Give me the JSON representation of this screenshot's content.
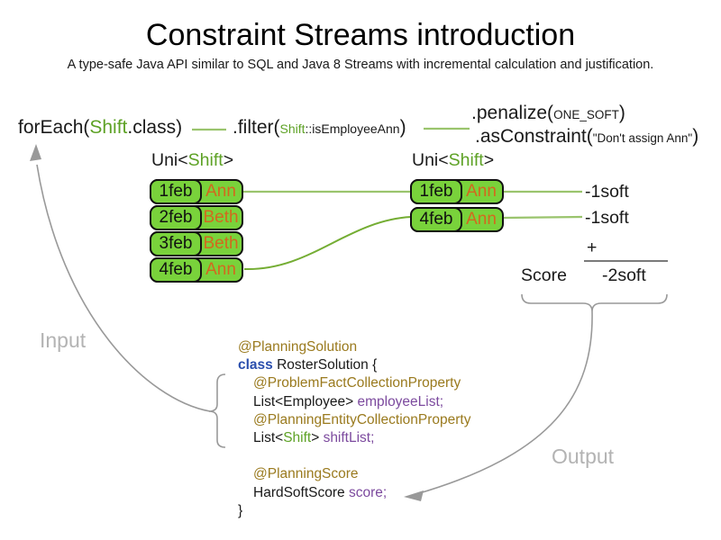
{
  "title": "Constraint Streams introduction",
  "subtitle": "A type-safe Java API similar to SQL and Java 8 Streams with incremental calculation and justification.",
  "stream": {
    "forEach": {
      "pre": "forEach(",
      "cls": "Shift",
      "post": ".class)"
    },
    "filter": {
      "pre": ".filter(",
      "arg_cls": "Shift",
      "arg_rest": "::isEmployeeAnn",
      "post": ")"
    },
    "penalize": {
      "pre": ".penalize(",
      "arg": "ONE_SOFT",
      "post": ")"
    },
    "asConstraint": {
      "pre": ".asConstraint(",
      "arg": "\"Don't assign Ann\"",
      "post": ")"
    }
  },
  "left_group": {
    "label": {
      "pre": "Uni<",
      "type": "Shift",
      "post": ">"
    },
    "rows": [
      {
        "date": "1feb",
        "employee": "Ann"
      },
      {
        "date": "2feb",
        "employee": "Beth"
      },
      {
        "date": "3feb",
        "employee": "Beth"
      },
      {
        "date": "4feb",
        "employee": "Ann"
      }
    ]
  },
  "right_group": {
    "label": {
      "pre": "Uni<",
      "type": "Shift",
      "post": ">"
    },
    "rows": [
      {
        "date": "1feb",
        "employee": "Ann"
      },
      {
        "date": "4feb",
        "employee": "Ann"
      }
    ]
  },
  "scores": {
    "penalties": [
      "-1soft",
      "-1soft"
    ],
    "plus": "+",
    "score_label": "Score",
    "total": "-2soft"
  },
  "labels": {
    "input": "Input",
    "output": "Output"
  },
  "code": {
    "lines": [
      {
        "indent": 0,
        "segments": [
          {
            "t": "@PlanningSolution",
            "c": "ann"
          }
        ]
      },
      {
        "indent": 0,
        "segments": [
          {
            "t": "class",
            "c": "kw"
          },
          {
            "t": " RosterSolution {",
            "c": "pl"
          }
        ]
      },
      {
        "indent": 1,
        "segments": [
          {
            "t": "@ProblemFactCollectionProperty",
            "c": "ann"
          }
        ]
      },
      {
        "indent": 1,
        "segments": [
          {
            "t": "List<Employee> ",
            "c": "pl"
          },
          {
            "t": "employeeList;",
            "c": "field"
          }
        ]
      },
      {
        "indent": 1,
        "segments": [
          {
            "t": "@PlanningEntityCollectionProperty",
            "c": "ann"
          }
        ]
      },
      {
        "indent": 1,
        "segments": [
          {
            "t": "List<",
            "c": "pl"
          },
          {
            "t": "Shift",
            "c": "type"
          },
          {
            "t": "> ",
            "c": "pl"
          },
          {
            "t": "shiftList;",
            "c": "field"
          }
        ]
      },
      {
        "indent": 1,
        "segments": []
      },
      {
        "indent": 1,
        "segments": [
          {
            "t": "@PlanningScore",
            "c": "ann"
          }
        ]
      },
      {
        "indent": 1,
        "segments": [
          {
            "t": "HardSoftScore ",
            "c": "pl"
          },
          {
            "t": "score;",
            "c": "field"
          }
        ]
      },
      {
        "indent": 0,
        "segments": [
          {
            "t": "}",
            "c": "pl"
          }
        ]
      }
    ]
  },
  "colors": {
    "green_text": "#5ea226",
    "box_fill": "#79d23b",
    "employee_text": "#d2691e",
    "annotation": "#9a7a1e",
    "keyword": "#2b4fad",
    "field": "#7c4a9e",
    "line_green": "#9ac46d",
    "curve_green": "#74ad33",
    "arrow_gray": "#999999",
    "label_gray": "#b3b3b3"
  }
}
